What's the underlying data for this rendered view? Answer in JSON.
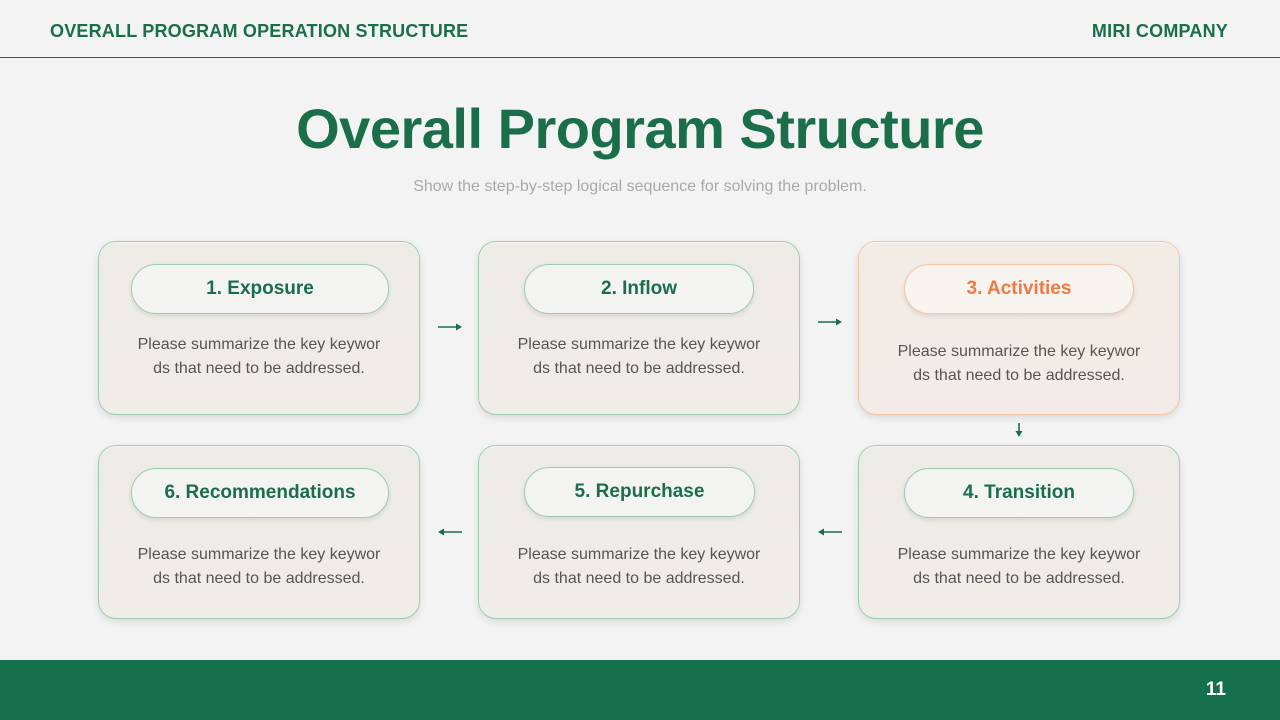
{
  "header": {
    "section_title": "OVERALL PROGRAM OPERATION STRUCTURE",
    "company": "MIRI COMPANY"
  },
  "main": {
    "title": "Overall Program Structure",
    "subtitle": "Show the step-by-step logical sequence for solving the problem."
  },
  "steps": [
    {
      "label": "1. Exposure",
      "desc_line1": "Please summarize the key keywor",
      "desc_line2": "ds that need to be addressed.",
      "highlight": false
    },
    {
      "label": "2. Inflow",
      "desc_line1": "Please summarize the key keywor",
      "desc_line2": "ds that need to be addressed.",
      "highlight": false
    },
    {
      "label": "3. Activities",
      "desc_line1": "Please summarize the key keywor",
      "desc_line2": "ds that need to be addressed.",
      "highlight": true
    },
    {
      "label": "4. Transition",
      "desc_line1": "Please summarize the key keywor",
      "desc_line2": "ds that need to be addressed.",
      "highlight": false
    },
    {
      "label": "5. Repurchase",
      "desc_line1": "Please summarize the key keywor",
      "desc_line2": "ds that need to be addressed.",
      "highlight": false
    },
    {
      "label": "6. Recommendations",
      "desc_line1": "Please summarize the key keywor",
      "desc_line2": "ds that need to be addressed.",
      "highlight": false
    }
  ],
  "footer": {
    "page_number": "11"
  },
  "colors": {
    "primary_green": "#1a6e4a",
    "footer_green": "#13704b",
    "accent_orange": "#f07a43",
    "background": "#f3f3f3"
  }
}
